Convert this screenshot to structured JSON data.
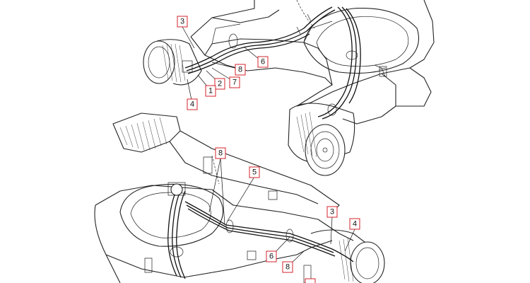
{
  "diagram": {
    "upper_assembly": {
      "callouts": [
        "3",
        "6",
        "8",
        "7",
        "2",
        "1",
        "4"
      ]
    },
    "lower_assembly": {
      "callouts": [
        "8",
        "5",
        "3",
        "4",
        "6",
        "8"
      ]
    }
  }
}
